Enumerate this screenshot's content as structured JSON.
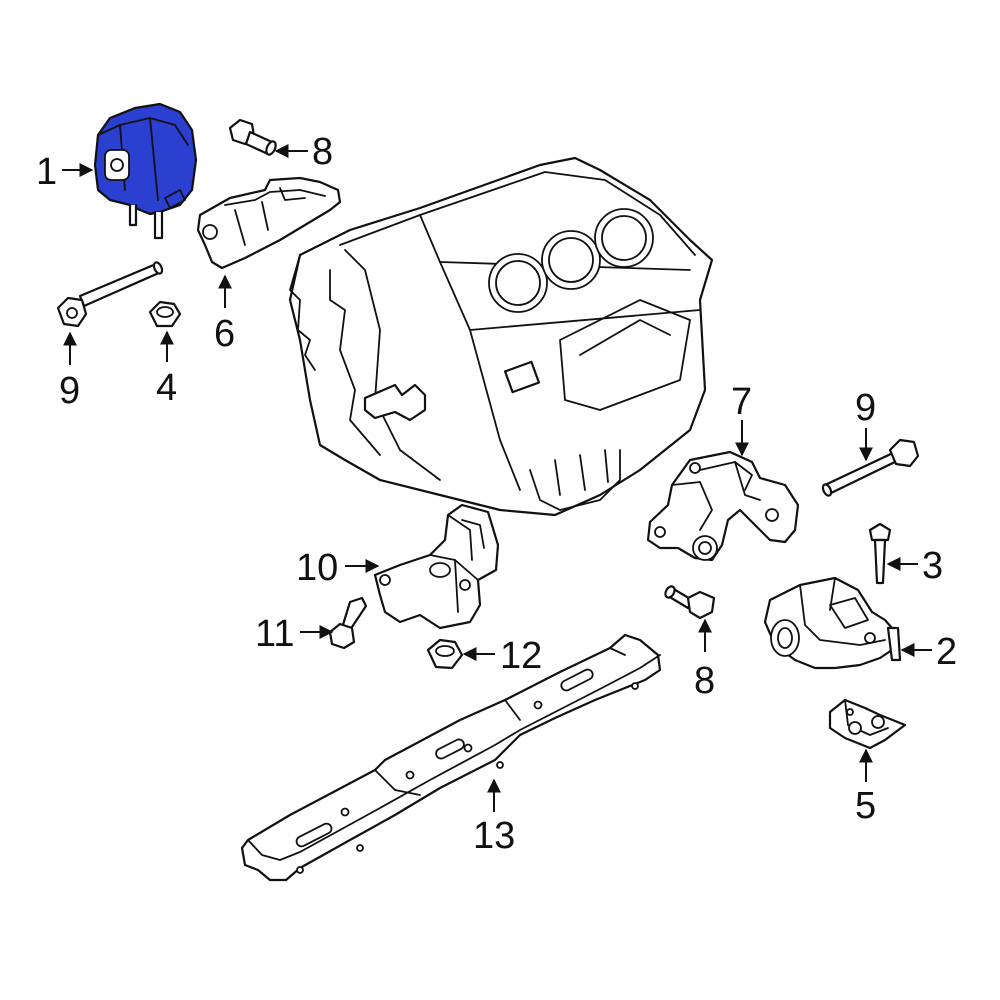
{
  "colors": {
    "line": "#111111",
    "background": "#ffffff",
    "highlight": "#2b3fd1"
  },
  "callouts": [
    {
      "id": "1",
      "label": "1"
    },
    {
      "id": "2",
      "label": "2"
    },
    {
      "id": "3",
      "label": "3"
    },
    {
      "id": "4",
      "label": "4"
    },
    {
      "id": "5",
      "label": "5"
    },
    {
      "id": "6",
      "label": "6"
    },
    {
      "id": "7",
      "label": "7"
    },
    {
      "id": "8a",
      "label": "8"
    },
    {
      "id": "8b",
      "label": "8"
    },
    {
      "id": "9a",
      "label": "9"
    },
    {
      "id": "9b",
      "label": "9"
    },
    {
      "id": "10",
      "label": "10"
    },
    {
      "id": "11",
      "label": "11"
    },
    {
      "id": "12",
      "label": "12"
    },
    {
      "id": "13",
      "label": "13"
    }
  ],
  "highlighted_part": "1"
}
